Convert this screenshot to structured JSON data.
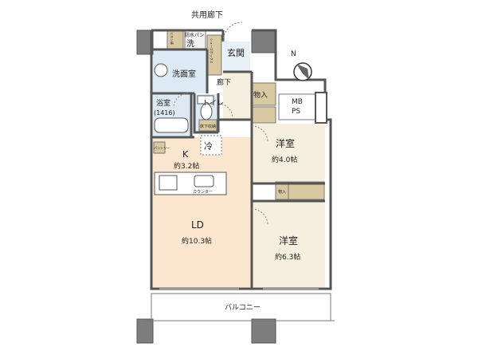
{
  "labels": {
    "common_corridor": "共用廊下",
    "entrance": "玄関",
    "corridor": "廊下",
    "washroom": "洗面室",
    "laundry": "洗",
    "laundry_pan": "防水パン",
    "storage_a": "物入",
    "storage_b": "物入",
    "mbps_1": "MB",
    "mbps_2": "PS",
    "bath_1": "浴室",
    "bath_2": "(1416)",
    "toilet": "トイレ",
    "fridge": "冷",
    "kitchen": "K",
    "kitchen_size": "約3.2帖",
    "counter": "カウンター",
    "western1": "洋室",
    "western1_size": "約4.0帖",
    "western2": "洋室",
    "western2_size": "約6.3帖",
    "ld": "LD",
    "ld_size": "約10.3帖",
    "balcony": "バルコニー",
    "shoes": "シューズボックス",
    "linen": "リネン庫",
    "pantry": "パントリー",
    "floor_storage": "床下収納"
  },
  "colors": {
    "wall": "#555555",
    "pillar": "#7d7d7d",
    "ld_floor": "#fbe6d0",
    "room_floor": "#f6efdf",
    "wet_floor": "#dde9f3",
    "tile_floor": "#e8f0f7",
    "storage": "#d9c9a2",
    "white": "#ffffff"
  },
  "compass": {
    "label": "N",
    "icon": "north-arrow-icon"
  }
}
